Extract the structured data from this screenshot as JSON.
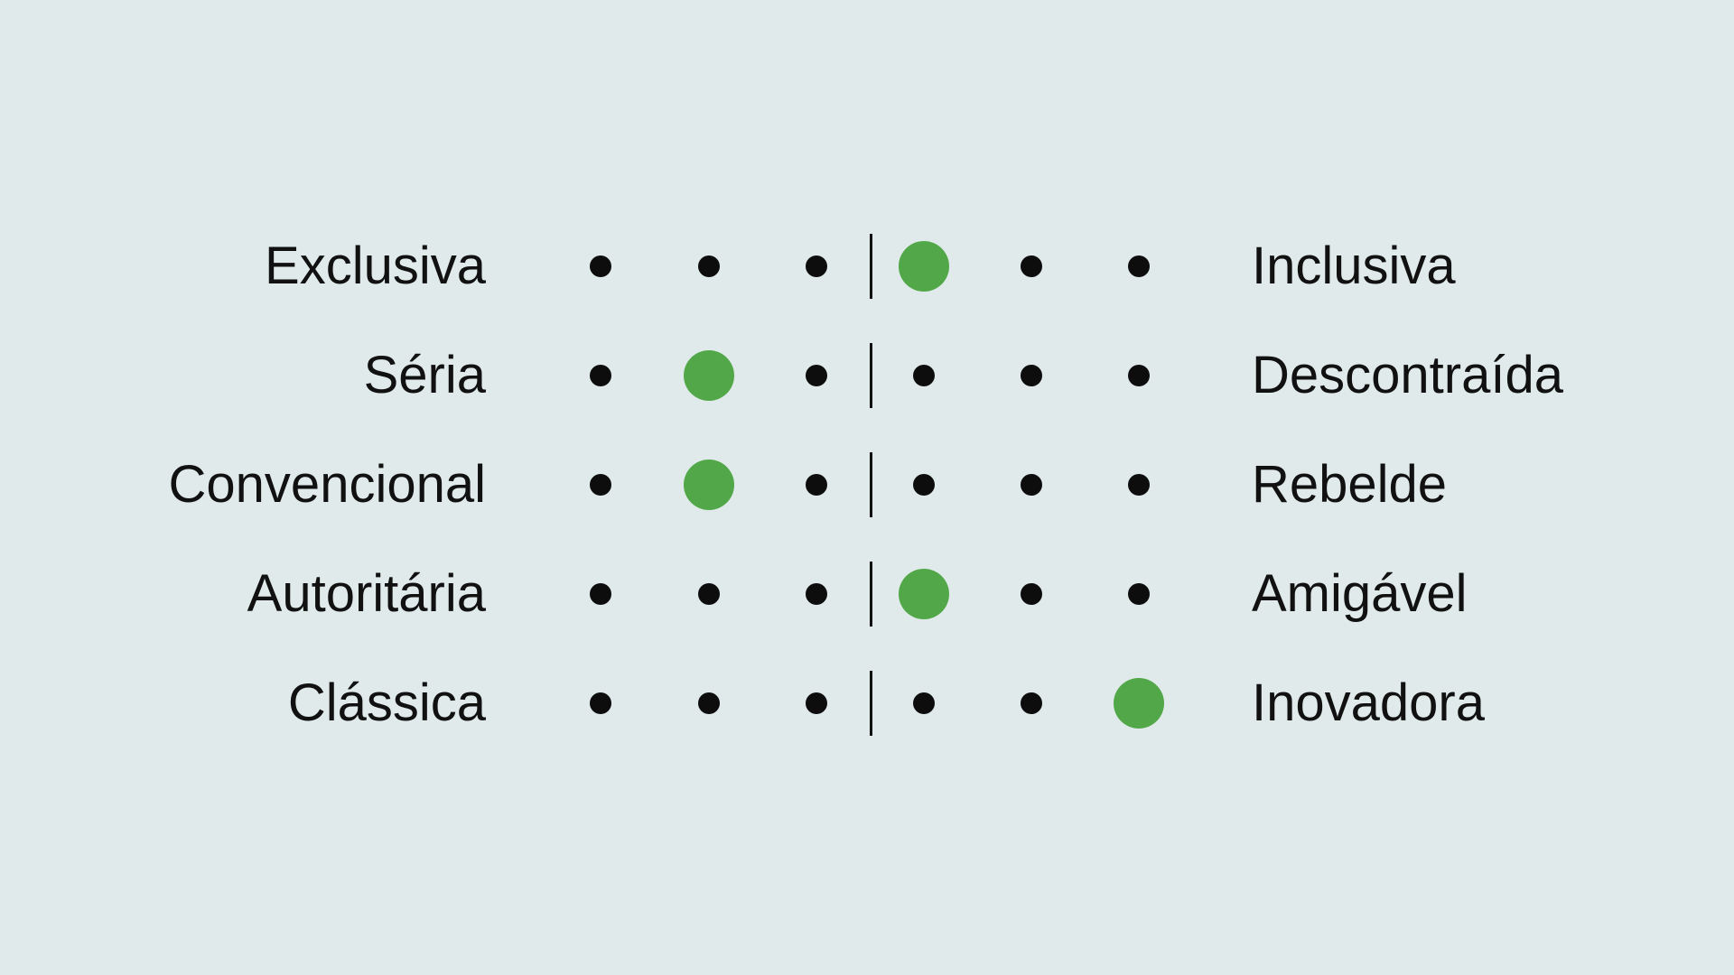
{
  "scale_points": 6,
  "colors": {
    "background": "#e0eaea",
    "dot": "#0d0d0d",
    "selected": "#52a848",
    "text": "#111111"
  },
  "rows": [
    {
      "left": "Exclusiva",
      "right": "Inclusiva",
      "selected": 4
    },
    {
      "left": "Séria",
      "right": "Descontraída",
      "selected": 2
    },
    {
      "left": "Convencional",
      "right": "Rebelde",
      "selected": 2
    },
    {
      "left": "Autoritária",
      "right": "Amigável",
      "selected": 4
    },
    {
      "left": "Clássica",
      "right": "Inovadora",
      "selected": 6
    }
  ]
}
